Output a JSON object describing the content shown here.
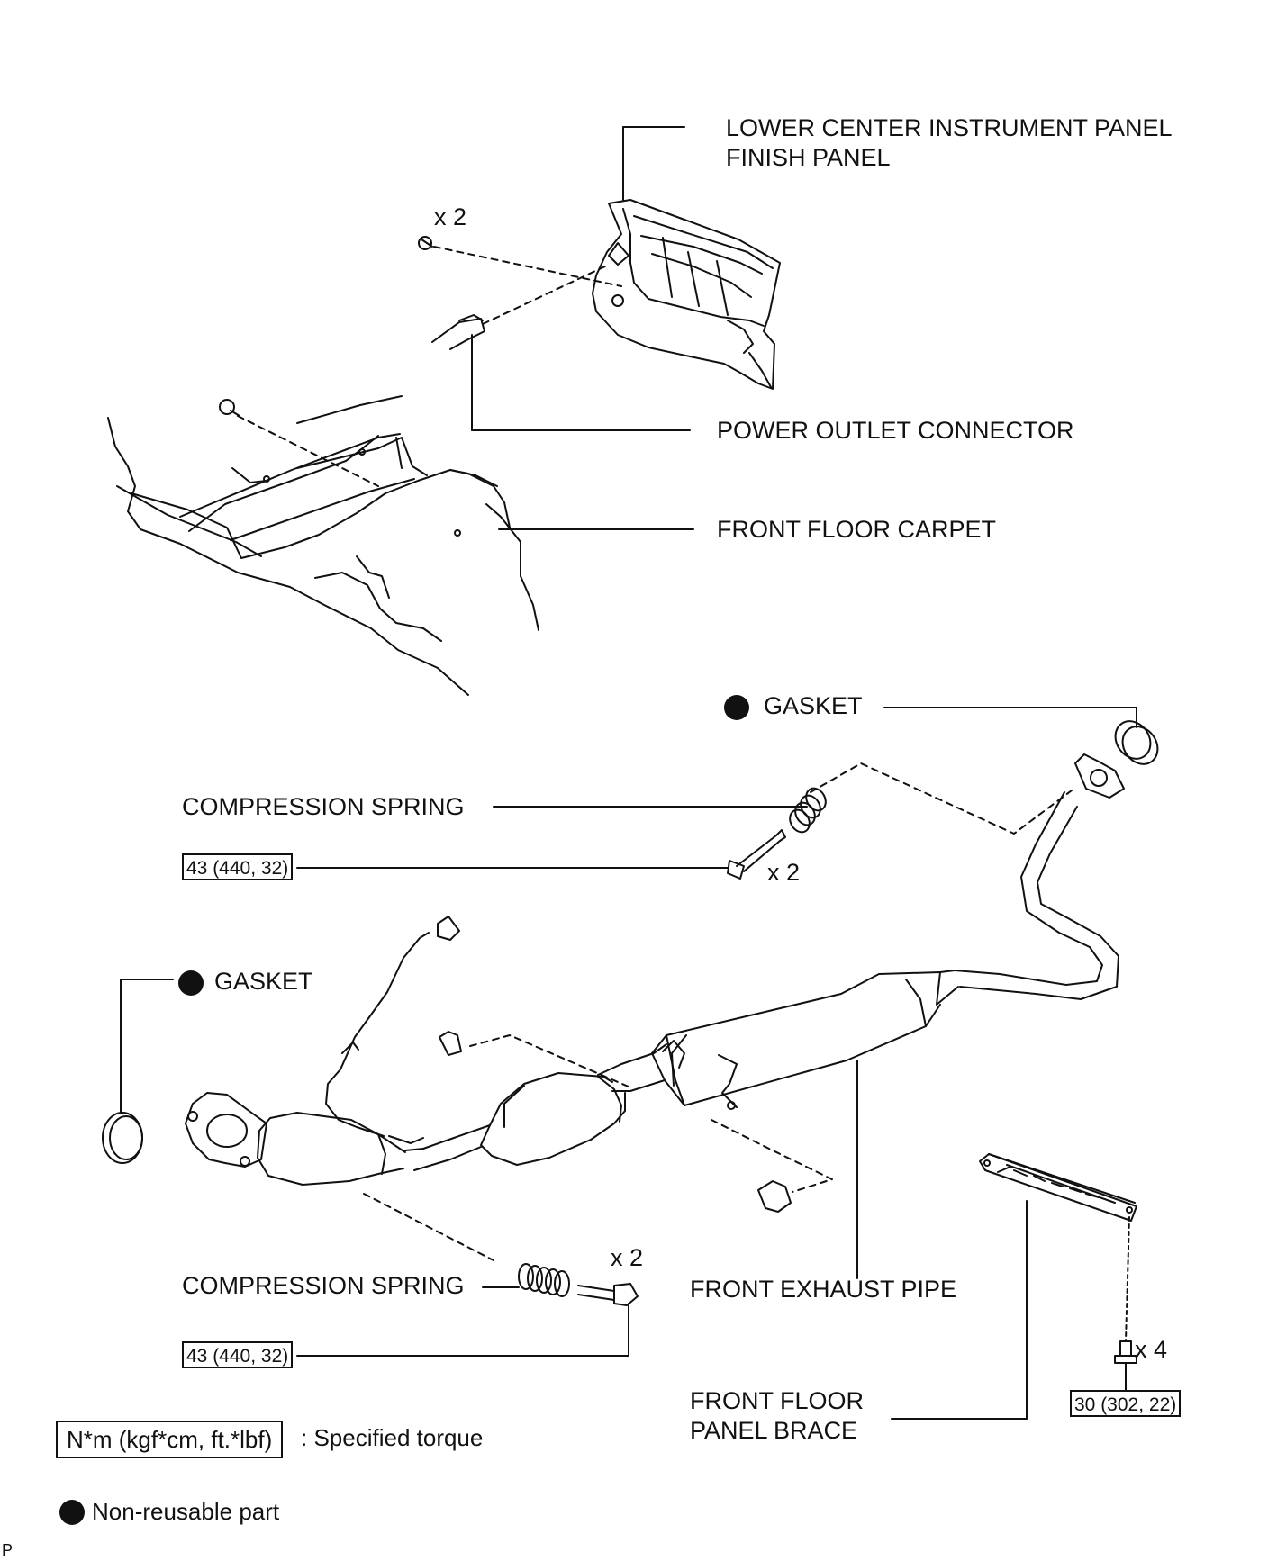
{
  "labels": {
    "finish_panel": "LOWER CENTER INSTRUMENT PANEL\nFINISH PANEL",
    "power_outlet": "POWER OUTLET CONNECTOR",
    "floor_carpet": "FRONT FLOOR CARPET",
    "gasket_top": "GASKET",
    "spring_top": "COMPRESSION SPRING",
    "gasket_left": "GASKET",
    "spring_bottom": "COMPRESSION SPRING",
    "exhaust_pipe": "FRONT EXHAUST PIPE",
    "panel_brace": "FRONT FLOOR\nPANEL BRACE"
  },
  "quantities": {
    "clip": "x 2",
    "bolt_top": "x 2",
    "bolt_bottom": "x 2",
    "brace_bolt": "x 4"
  },
  "torques": {
    "top": "43 (440, 32)",
    "bottom": "43 (440, 32)",
    "brace": "30 (302, 22)"
  },
  "legend": {
    "torque_box": "N*m (kgf*cm, ft.*lbf)",
    "torque_text": ": Specified torque",
    "nonreusable_text": "Non-reusable part"
  },
  "corner_mark": "P"
}
